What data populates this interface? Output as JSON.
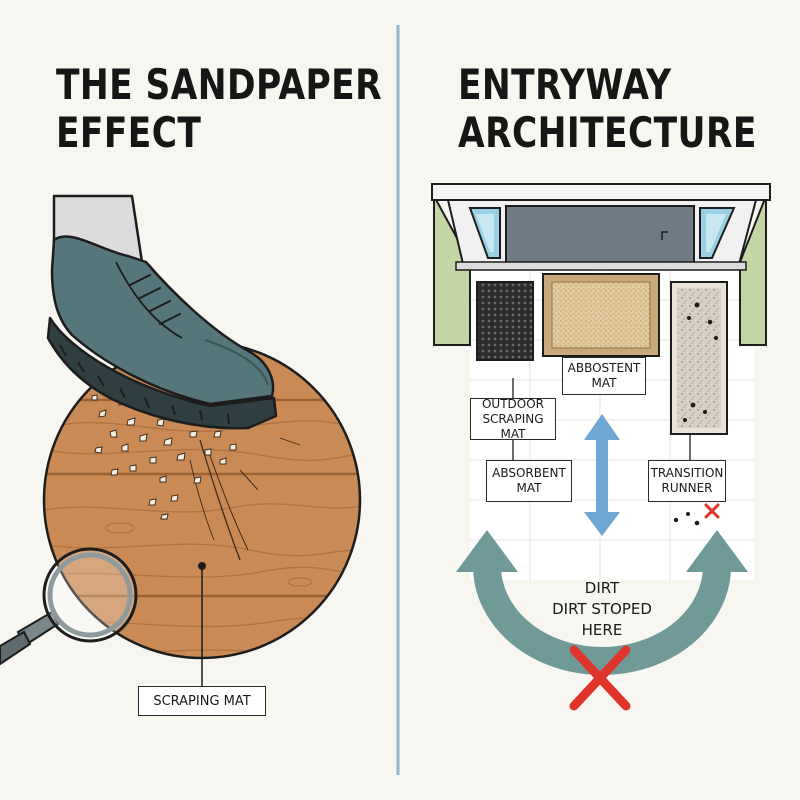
{
  "left_panel": {
    "title_line1": "THE SANDPAPER",
    "title_line2": "EFFECT",
    "callout": "SCRAPING MAT"
  },
  "right_panel": {
    "title_line1": "ENTRYWAY",
    "title_line2": "ARCHITECTURE",
    "labels": {
      "center_mat_line1": "ABBOSTENT",
      "center_mat_line2": "MAT",
      "outdoor_line1": "OUTDOOR",
      "outdoor_line2": "SCRAPING MAT",
      "absorbent_line1": "ABSORBENT",
      "absorbent_line2": "MAT",
      "transition_line1": "TRANSITION",
      "transition_line2": "RUNNER"
    },
    "dirt_line1": "DIRT",
    "dirt_line2": "DIRT STOPED",
    "dirt_line3": "HERE"
  },
  "colors": {
    "background": "#f7f6f1",
    "divider": "#8fb6c6",
    "wood": "#c98a55",
    "shoe": "#55767a",
    "arrow_teal": "#6f9a98",
    "arrow_blue": "#6ea6d4",
    "x_red": "#e0352b",
    "wall_green": "#c3d6a4"
  },
  "icons": [
    "shoe-icon",
    "magnifying-glass-icon",
    "double-arrow-icon",
    "curved-arrow-icon",
    "x-mark-icon"
  ]
}
